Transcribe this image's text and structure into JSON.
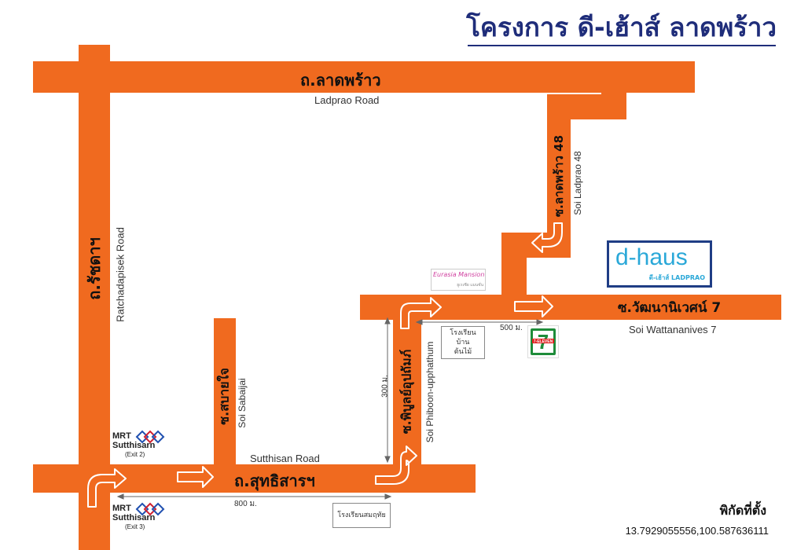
{
  "title": "โครงการ ดี-เฮ้าส์ ลาดพร้าว",
  "roads": {
    "ladprao_th": "ถ.ลาดพร้าว",
    "ladprao_en": "Ladprao Road",
    "ratchada_th": "ถ.รัชดาฯ",
    "ratchada_en": "Ratchadapisek Road",
    "sutthisan_th": "ถ.สุทธิสารฯ",
    "sutthisan_en": "Sutthisan Road",
    "sabaijai_th": "ซ.สบายใจ",
    "sabaijai_en": "Soi Sabaijai",
    "phiboon_th": "ซ.พิบูลย์อุปถัมภ์",
    "phiboon_en": "Soi Phiboon-upphathum",
    "ladprao48_th": "ซ.ลาดพร้าว 48",
    "ladprao48_en": "Soi Ladprao 48",
    "wattana_th": "ซ.วัฒนานิเวศน์ 7",
    "wattana_en": "Soi Wattananives 7"
  },
  "landmarks": {
    "mrt_top": {
      "line": "MRT",
      "name": "Sutthisarn",
      "exit": "(Exit 2)"
    },
    "mrt_bottom": {
      "line": "MRT",
      "name": "Sutthisarn",
      "exit": "(Exit 3)"
    },
    "school_1": "โรงเรียนสมฤทัย",
    "school_2": "โรงเรียนบ้าน\nต้นไม้",
    "eurasia_name": "Eurasia Mansion",
    "eurasia_sub": "ยูเรเซีย แมนชั่น",
    "seven_eleven": "7-ELEVEN",
    "logo_main": "d-haus",
    "logo_sub": "ดี-เฮ้าส์  LADPRAO"
  },
  "distances": {
    "d800": "800 ม.",
    "d300": "300 ม.",
    "d500": "500 ม."
  },
  "coordinates_label": "พิกัดที่ตั้ง",
  "coordinates_value": "13.7929055556,100.587636111",
  "colors": {
    "road": "#f06a1f",
    "title": "#1f2d7a",
    "logo": "#2aa8d8",
    "seven_green": "#1e8c3a",
    "seven_red": "#e02020"
  }
}
